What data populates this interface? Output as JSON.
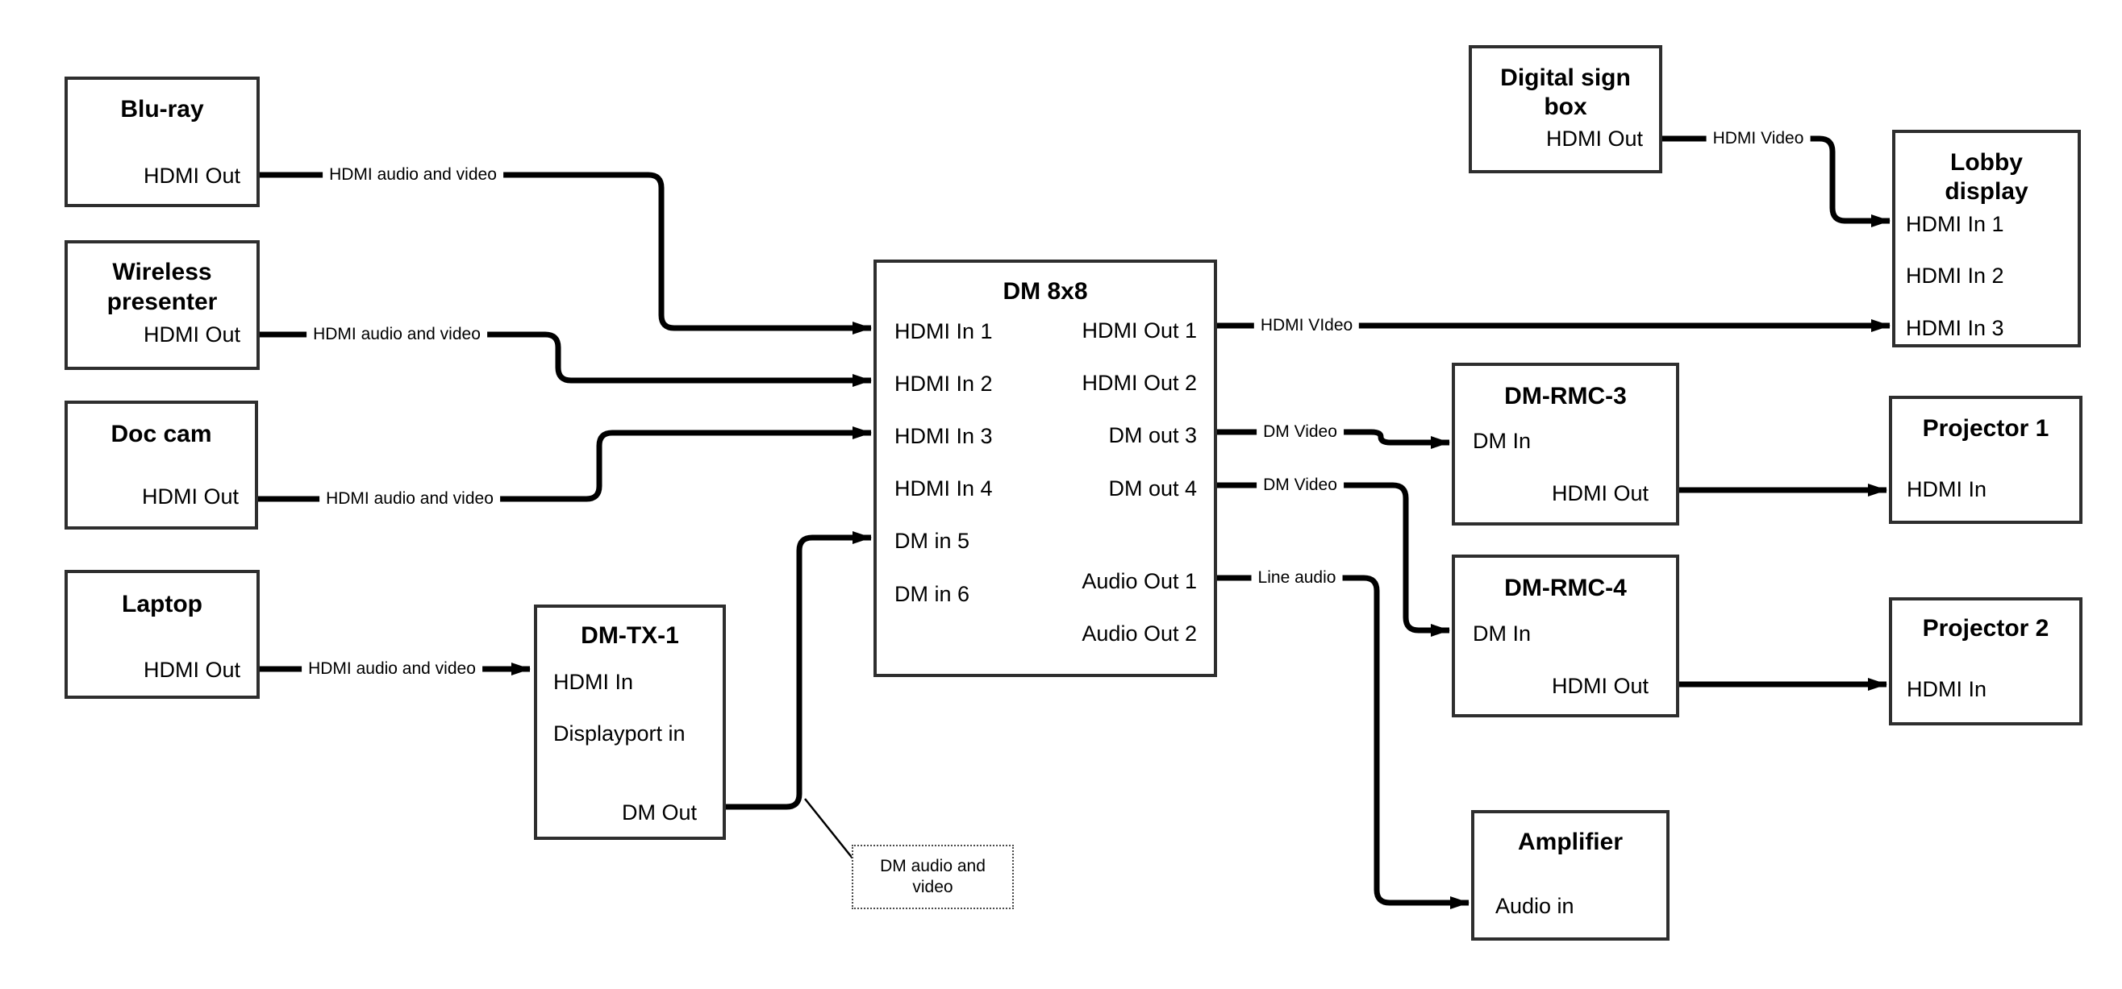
{
  "colors": {
    "background": "#ffffff",
    "box_border": "#2e2e2e",
    "line": "#000000",
    "text": "#000000"
  },
  "nodes": {
    "bluray": {
      "title": "Blu-ray",
      "ports": {
        "out": "HDMI Out"
      }
    },
    "wireless": {
      "title": "Wireless presenter",
      "ports": {
        "out": "HDMI Out"
      }
    },
    "doccam": {
      "title": "Doc cam",
      "ports": {
        "out": "HDMI Out"
      }
    },
    "laptop": {
      "title": "Laptop",
      "ports": {
        "out": "HDMI Out"
      }
    },
    "dmtx1": {
      "title": "DM-TX-1",
      "ports": {
        "hdmi_in": "HDMI In",
        "dp_in": "Displayport in",
        "dm_out": "DM Out"
      }
    },
    "dm8x8": {
      "title": "DM 8x8",
      "ports": {
        "in1": "HDMI In 1",
        "in2": "HDMI In 2",
        "in3": "HDMI In 3",
        "in4": "HDMI In 4",
        "in5": "DM in 5",
        "in6": "DM in 6",
        "out1": "HDMI Out 1",
        "out2": "HDMI Out 2",
        "out3": "DM out 3",
        "out4": "DM out 4",
        "aout1": "Audio Out 1",
        "aout2": "Audio Out 2"
      }
    },
    "digitalsign": {
      "title": "Digital sign box",
      "ports": {
        "out": "HDMI Out"
      }
    },
    "lobby": {
      "title": "Lobby display",
      "ports": {
        "in1": "HDMI In 1",
        "in2": "HDMI In 2",
        "in3": "HDMI In 3"
      }
    },
    "dmrmc3": {
      "title": "DM-RMC-3",
      "ports": {
        "dm_in": "DM In",
        "hdmi_out": "HDMI Out"
      }
    },
    "proj1": {
      "title": "Projector 1",
      "ports": {
        "in": "HDMI In"
      }
    },
    "dmrmc4": {
      "title": "DM-RMC-4",
      "ports": {
        "dm_in": "DM In",
        "hdmi_out": "HDMI Out"
      }
    },
    "proj2": {
      "title": "Projector 2",
      "ports": {
        "in": "HDMI In"
      }
    },
    "amp": {
      "title": "Amplifier",
      "ports": {
        "in": "Audio in"
      }
    }
  },
  "callout": {
    "text": "DM audio and video"
  },
  "edges": {
    "bluray_to_dm8x8": "HDMI audio and video",
    "wireless_to_dm8x8": "HDMI audio and video",
    "doccam_to_dm8x8": "HDMI audio and video",
    "laptop_to_dmtx1": "HDMI audio and video",
    "dm8x8_to_lobby": "HDMI VIdeo",
    "digitalsign_to_lobby": "HDMI Video",
    "dm8x8_to_dmrmc3": "DM Video",
    "dm8x8_to_dmrmc4": "DM Video",
    "dm8x8_to_amp": "Line audio"
  }
}
